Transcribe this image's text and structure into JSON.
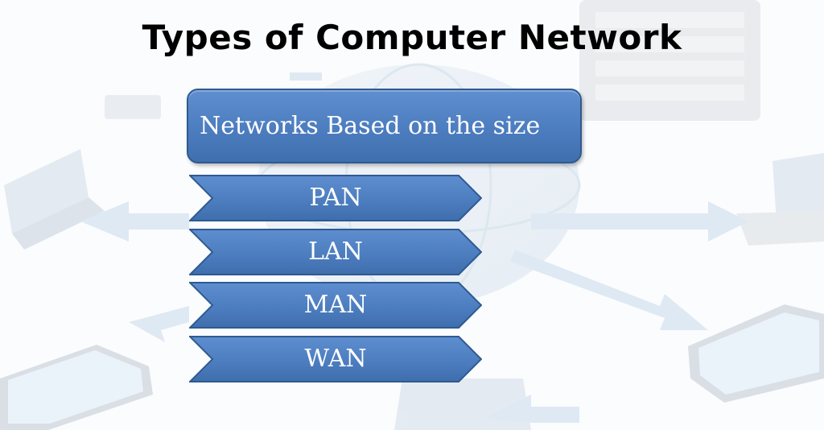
{
  "title": "Types of Computer Network",
  "diagram": {
    "header": "Networks Based on the size",
    "items": [
      {
        "label": "PAN"
      },
      {
        "label": "LAN"
      },
      {
        "label": "MAN"
      },
      {
        "label": "WAN"
      }
    ]
  },
  "colors": {
    "box_fill": "#4f80c2",
    "box_border": "#2e5a90",
    "text": "#ffffff",
    "title": "#000000"
  },
  "background_icons": [
    "laptop-icon",
    "server-icon",
    "monitor-icon",
    "smartphone-icon",
    "tablet-icon",
    "globe-icon",
    "arrow-icon"
  ]
}
